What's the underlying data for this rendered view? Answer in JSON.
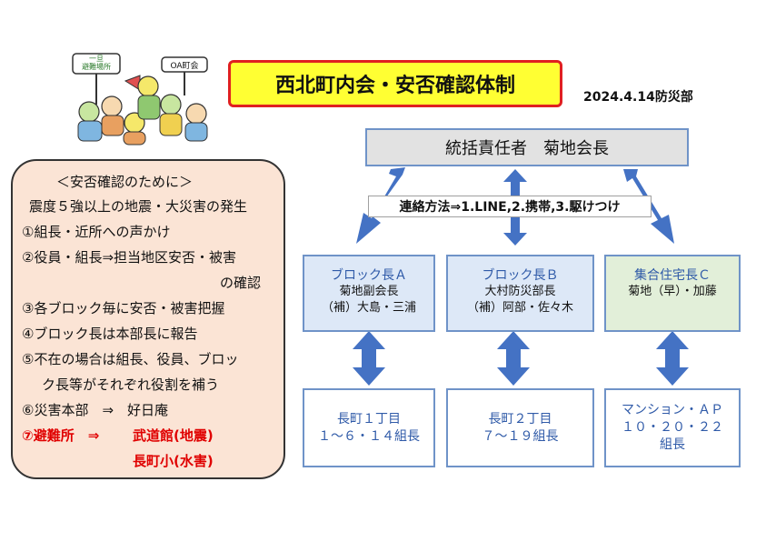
{
  "title": "西北町内会・安否確認体制",
  "date": "2024.4.14防災部",
  "illustration": {
    "sign_left": "一旦\n避難場所",
    "sign_right": "OA町会"
  },
  "panel": {
    "heading": "＜安否確認のために＞",
    "lines": [
      "震度５強以上の地震・大災害の発生",
      "①組長・近所への声かけ",
      "②役員・組長⇒担当地区安否・被害",
      "の確認",
      "③各ブロック毎に安否・被害把握",
      "④ブロック長は本部長に報告",
      "⑤不在の場合は組長、役員、ブロッ",
      "ク長等がそれぞれ役割を補う",
      "⑥災害本部　⇒　好日庵"
    ],
    "evac_label": "⑦避難所　⇒",
    "evac_1": "武道館(地震)",
    "evac_2": "長町小(水害)"
  },
  "chief": "統括責任者　菊地会長",
  "contact": "連絡方法⇒1.LINE,2.携帯,3.駆けつけ",
  "blocks": [
    {
      "title": "ブロック長Ａ",
      "line1": "菊地副会長",
      "line2": "（補）大島・三浦"
    },
    {
      "title": "ブロック長Ｂ",
      "line1": "大村防災部長",
      "line2": "（補）阿部・佐々木"
    },
    {
      "title": "集合住宅長Ｃ",
      "line1": "菊地（早）・加藤",
      "line2": ""
    }
  ],
  "lower": [
    {
      "line1": "長町１丁目",
      "line2": "１～６・１４組長",
      "line3": ""
    },
    {
      "line1": "長町２丁目",
      "line2": "７～１９組長",
      "line3": ""
    },
    {
      "line1": "マンション・ＡＰ",
      "line2": "１０・２０・２２",
      "line3": "組長"
    }
  ],
  "colors": {
    "title_bg": "#ffff33",
    "title_border": "#e02020",
    "panel_bg": "#fbe4d5",
    "block_ab_bg": "#dde8f7",
    "block_c_bg": "#e2efd9",
    "arrow": "#4472c4",
    "evac_red": "#e00000"
  }
}
